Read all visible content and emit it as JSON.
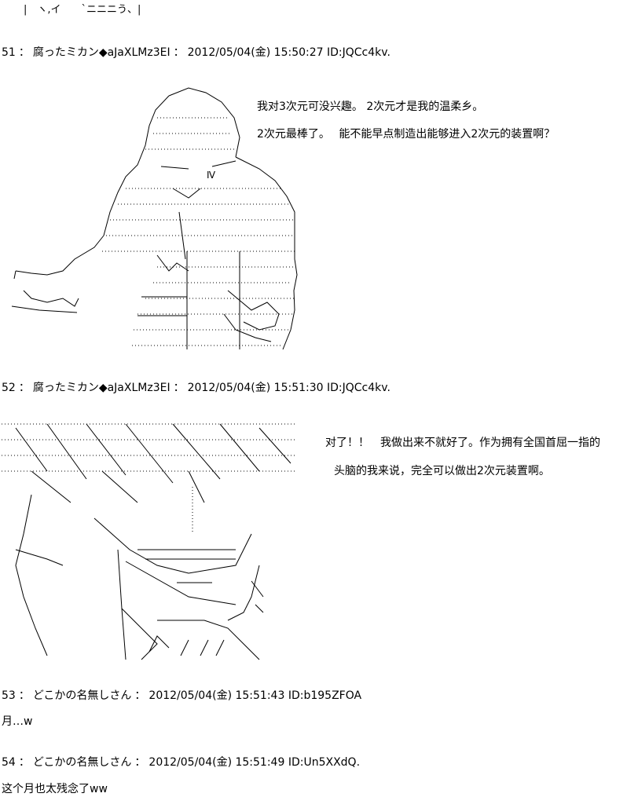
{
  "top_fragment": "|　ヽ,イ　　`ニニニう、|",
  "posts": [
    {
      "number": "51",
      "name": "腐ったミカン",
      "trip": "◆aJaXLMz3EI",
      "date": "2012/05/04(金) 15:50:27",
      "id": "ID:JQCc4kv.",
      "lines": [
        "我对3次元可没兴趣。 2次元才是我的温柔乡。",
        "2次元最棒了。　 能不能早点制造出能够进入2次元的装置啊？"
      ],
      "art_label": "Ⅳ"
    },
    {
      "number": "52",
      "name": "腐ったミカン",
      "trip": "◆aJaXLMz3EI",
      "date": "2012/05/04(金) 15:51:30",
      "id": "ID:JQCc4kv.",
      "lines": [
        "对了！！　我做出来不就好了。作为拥有全国首屈一指的",
        "头脑的我来说，完全可以做出2次元装置啊。"
      ]
    },
    {
      "number": "53",
      "name": "どこかの名無しさん",
      "trip": "",
      "date": "2012/05/04(金) 15:51:43",
      "id": "ID:b195ZFOA",
      "lines": [
        "月…w"
      ]
    },
    {
      "number": "54",
      "name": "どこかの名無しさん",
      "trip": "",
      "date": "2012/05/04(金) 15:51:49",
      "id": "ID:Un5XXdQ.",
      "lines": [
        "这个月也太残念了ww"
      ]
    }
  ],
  "separator": "："
}
